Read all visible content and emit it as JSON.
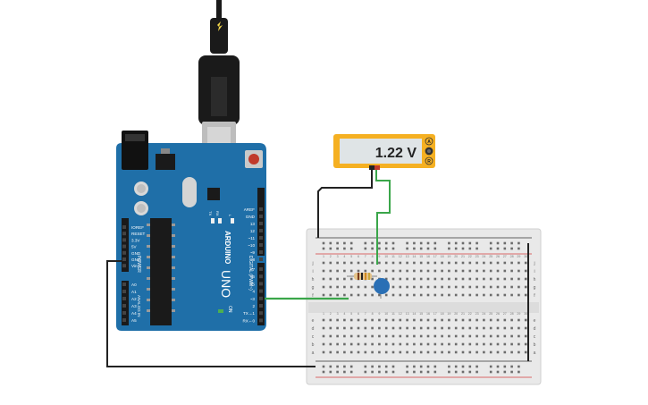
{
  "multimeter": {
    "reading": "1.22 V",
    "modes": [
      "A",
      "V",
      "R"
    ]
  },
  "arduino": {
    "brand": "ARDUINO",
    "model": "UNO",
    "on_label": "ON",
    "power_header_title": "POWER",
    "power_pins": [
      "IOREF",
      "RESET",
      "3.3V",
      "5V",
      "GND",
      "GND",
      "Vin"
    ],
    "analog_header_title": "ANALOG IN",
    "analog_pins": [
      "A0",
      "A1",
      "A2",
      "A3",
      "A4",
      "A5"
    ],
    "digital_header_title": "DIGITAL (PWM~)",
    "digital_pins_top": [
      "AREF",
      "GND",
      "13",
      "12",
      "~11",
      "~10",
      "~9",
      "8"
    ],
    "digital_pins_bottom": [
      "7",
      "~6",
      "~5",
      "4",
      "~3",
      "2",
      "TX→1",
      "RX←0"
    ],
    "led_labels": [
      "TX",
      "RX",
      "L"
    ]
  },
  "breadboard": {
    "row_letters_top": [
      "j",
      "i",
      "h",
      "g",
      "f"
    ],
    "row_letters_bottom": [
      "e",
      "d",
      "c",
      "b",
      "a"
    ],
    "column_numbers": [
      "1",
      "2",
      "3",
      "4",
      "5",
      "6",
      "7",
      "8",
      "9",
      "10",
      "11",
      "12",
      "13",
      "14",
      "15",
      "16",
      "17",
      "18",
      "19",
      "20",
      "21",
      "22",
      "23",
      "24",
      "25",
      "26",
      "27",
      "28",
      "29",
      "30"
    ]
  },
  "colors": {
    "arduino_board": "#1f6fa8",
    "breadboard": "#e9e9e9",
    "multimeter_body": "#f5b022",
    "wire_green": "#3aa64a",
    "wire_black": "#222222",
    "rail_red": "#d33a3a",
    "capacitor": "#2a6fb5"
  }
}
